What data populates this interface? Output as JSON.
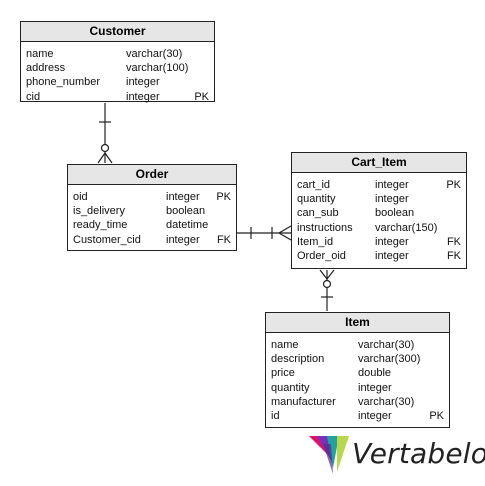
{
  "entities": {
    "customer": {
      "title": "Customer",
      "attrs": [
        {
          "name": "name",
          "type": "varchar(30)",
          "key": ""
        },
        {
          "name": "address",
          "type": "varchar(100)",
          "key": ""
        },
        {
          "name": "phone_number",
          "type": "integer",
          "key": ""
        },
        {
          "name": "cid",
          "type": "integer",
          "key": "PK"
        }
      ]
    },
    "order": {
      "title": "Order",
      "attrs": [
        {
          "name": "oid",
          "type": "integer",
          "key": "PK"
        },
        {
          "name": "is_delivery",
          "type": "boolean",
          "key": ""
        },
        {
          "name": "ready_time",
          "type": "datetime",
          "key": ""
        },
        {
          "name": "Customer_cid",
          "type": "integer",
          "key": "FK"
        }
      ]
    },
    "cart_item": {
      "title": "Cart_Item",
      "attrs": [
        {
          "name": "cart_id",
          "type": "integer",
          "key": "PK"
        },
        {
          "name": "quantity",
          "type": "integer",
          "key": ""
        },
        {
          "name": "can_sub",
          "type": "boolean",
          "key": ""
        },
        {
          "name": "instructions",
          "type": "varchar(150)",
          "key": ""
        },
        {
          "name": "Item_id",
          "type": "integer",
          "key": "FK"
        },
        {
          "name": "Order_oid",
          "type": "integer",
          "key": "FK"
        }
      ]
    },
    "item": {
      "title": "Item",
      "attrs": [
        {
          "name": "name",
          "type": "varchar(30)",
          "key": ""
        },
        {
          "name": "description",
          "type": "varchar(300)",
          "key": ""
        },
        {
          "name": "price",
          "type": "double",
          "key": ""
        },
        {
          "name": "quantity",
          "type": "integer",
          "key": ""
        },
        {
          "name": "manufacturer",
          "type": "varchar(30)",
          "key": ""
        },
        {
          "name": "id",
          "type": "integer",
          "key": "PK"
        }
      ]
    }
  },
  "relationships": [
    {
      "from": "customer",
      "to": "order",
      "from_end": "one-mandatory",
      "to_end": "zero-or-many"
    },
    {
      "from": "order",
      "to": "cart_item",
      "from_end": "one-mandatory",
      "to_end": "one-or-many"
    },
    {
      "from": "item",
      "to": "cart_item",
      "from_end": "one-mandatory",
      "to_end": "zero-or-many"
    }
  ],
  "logo": {
    "text": "Vertabelo",
    "colors": [
      "#e0115f",
      "#7b2fbf",
      "#1fa3a3",
      "#b8d84a"
    ]
  }
}
